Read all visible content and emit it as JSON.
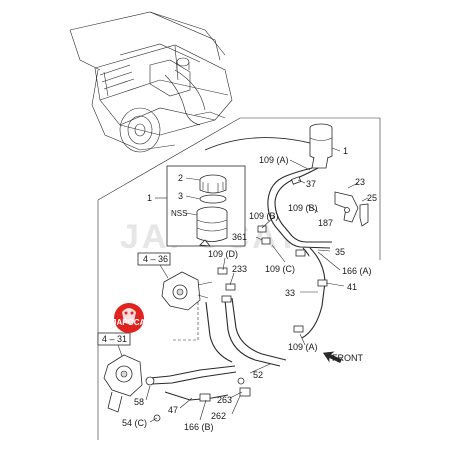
{
  "watermark": "JAPOCAT",
  "logo_text": "JAPOCAT",
  "direction_label": "FRONT",
  "ref_boxes": [
    {
      "id": "ref-4-36",
      "text": "4 – 36"
    },
    {
      "id": "ref-4-31",
      "text": "4 – 31"
    }
  ],
  "inset_labels": {
    "one": "1",
    "two": "2",
    "three": "3",
    "nss": "NSS"
  },
  "callouts": [
    {
      "id": "c1-top",
      "text": "1"
    },
    {
      "id": "c109a-top",
      "text": "109 (A)"
    },
    {
      "id": "c37",
      "text": "37"
    },
    {
      "id": "c23",
      "text": "23"
    },
    {
      "id": "c25",
      "text": "25"
    },
    {
      "id": "c109b-right",
      "text": "109 (B)"
    },
    {
      "id": "c187",
      "text": "187"
    },
    {
      "id": "c109b-left",
      "text": "109 (B)"
    },
    {
      "id": "c361",
      "text": "361"
    },
    {
      "id": "c35",
      "text": "35"
    },
    {
      "id": "c109c",
      "text": "109 (C)"
    },
    {
      "id": "c166a",
      "text": "166 (A)"
    },
    {
      "id": "c41",
      "text": "41"
    },
    {
      "id": "c33",
      "text": "33"
    },
    {
      "id": "c109d",
      "text": "109 (D)"
    },
    {
      "id": "c233",
      "text": "233"
    },
    {
      "id": "c109a-bot",
      "text": "109 (A)"
    },
    {
      "id": "c52",
      "text": "52"
    },
    {
      "id": "c58",
      "text": "58"
    },
    {
      "id": "c47",
      "text": "47"
    },
    {
      "id": "c263",
      "text": "263"
    },
    {
      "id": "c262",
      "text": "262"
    },
    {
      "id": "c54c",
      "text": "54 (C)"
    },
    {
      "id": "c166b",
      "text": "166 (B)"
    }
  ],
  "colors": {
    "logo_red": "#e0231f",
    "line": "#2a2a2a",
    "watermark": "#c8c8c8"
  }
}
